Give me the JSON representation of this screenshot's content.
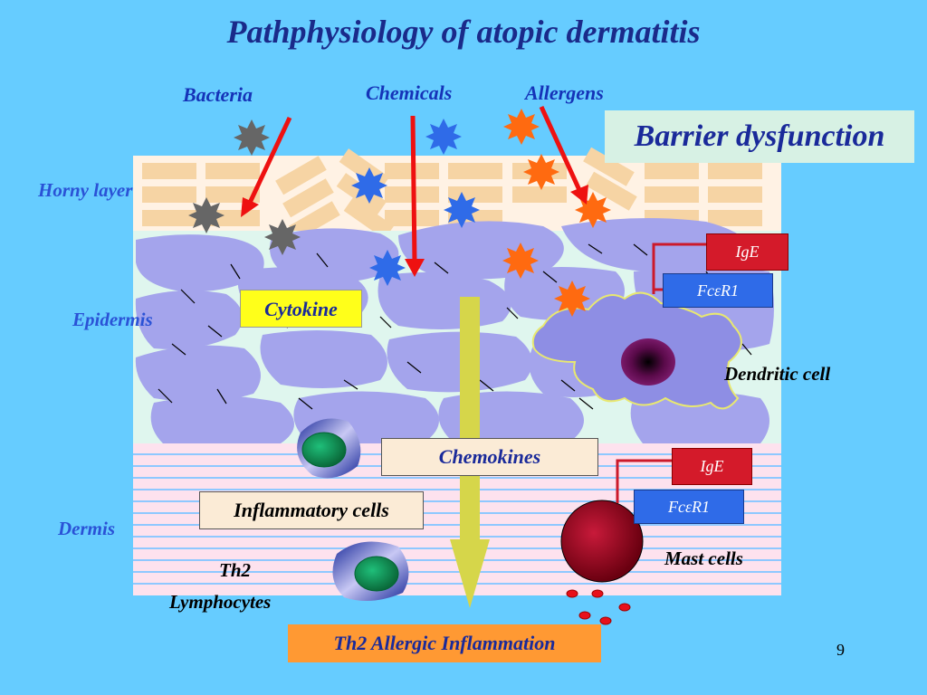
{
  "title": "Pathphysiology of atopic dermatitis",
  "sources": {
    "bacteria": "Bacteria",
    "chemicals": "Chemicals",
    "allergens": "Allergens"
  },
  "barrier_label": "Barrier dysfunction",
  "layers": {
    "horny": "Horny layer",
    "epidermis": "Epidermis",
    "dermis": "Dermis"
  },
  "boxes": {
    "cytokine": "Cytokine",
    "chemokines": "Chemokines",
    "inflammatory_cells": "Inflammatory cells",
    "outcome": "Th2 Allergic Inflammation"
  },
  "receptors": {
    "dendritic_ige": "IgE",
    "dendritic_fce": "FcεR1",
    "mast_ige": "IgE",
    "mast_fce": "FcεR1"
  },
  "cells": {
    "dendritic": "Dendritic cell",
    "mast": "Mast cells",
    "th2_line1": "Th2",
    "th2_line2": "Lymphocytes"
  },
  "page_number": "9",
  "colors": {
    "background": "#66ccff",
    "arrow": "#ee1111",
    "bacteria": "#666666",
    "chemicals": "#2f6be8",
    "allergens": "#ff6a10",
    "central_arrow": "#d6d64a"
  }
}
